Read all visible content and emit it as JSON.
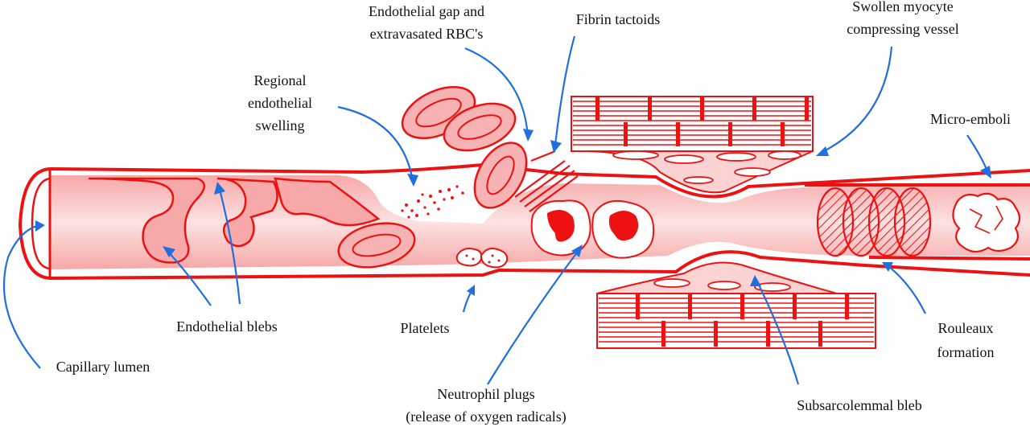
{
  "labels": {
    "endothelial_gap_line1": "Endothelial gap and",
    "endothelial_gap_line2": "extravasated RBC's",
    "fibrin_tactoids": "Fibrin tactoids",
    "swollen_myocyte_line1": "Swollen myocyte",
    "swollen_myocyte_line2": "compressing vessel",
    "regional_swelling_line1": "Regional",
    "regional_swelling_line2": "endothelial",
    "regional_swelling_line3": "swelling",
    "micro_emboli": "Micro-emboli",
    "endothelial_blebs": "Endothelial blebs",
    "platelets": "Platelets",
    "rouleaux_line1": "Rouleaux",
    "rouleaux_line2": "formation",
    "capillary_lumen": "Capillary lumen",
    "neutrophil_line1": "Neutrophil plugs",
    "neutrophil_line2": "(release of oxygen radicals)",
    "subsarcolemmal_bleb": "Subsarcolemmal bleb"
  },
  "colors": {
    "vessel": "#ee1111",
    "vessel_fill": "#f9c6c6",
    "rbc_fill": "#f7b3b3",
    "arrow": "#1f6fe0",
    "text": "#111111"
  }
}
